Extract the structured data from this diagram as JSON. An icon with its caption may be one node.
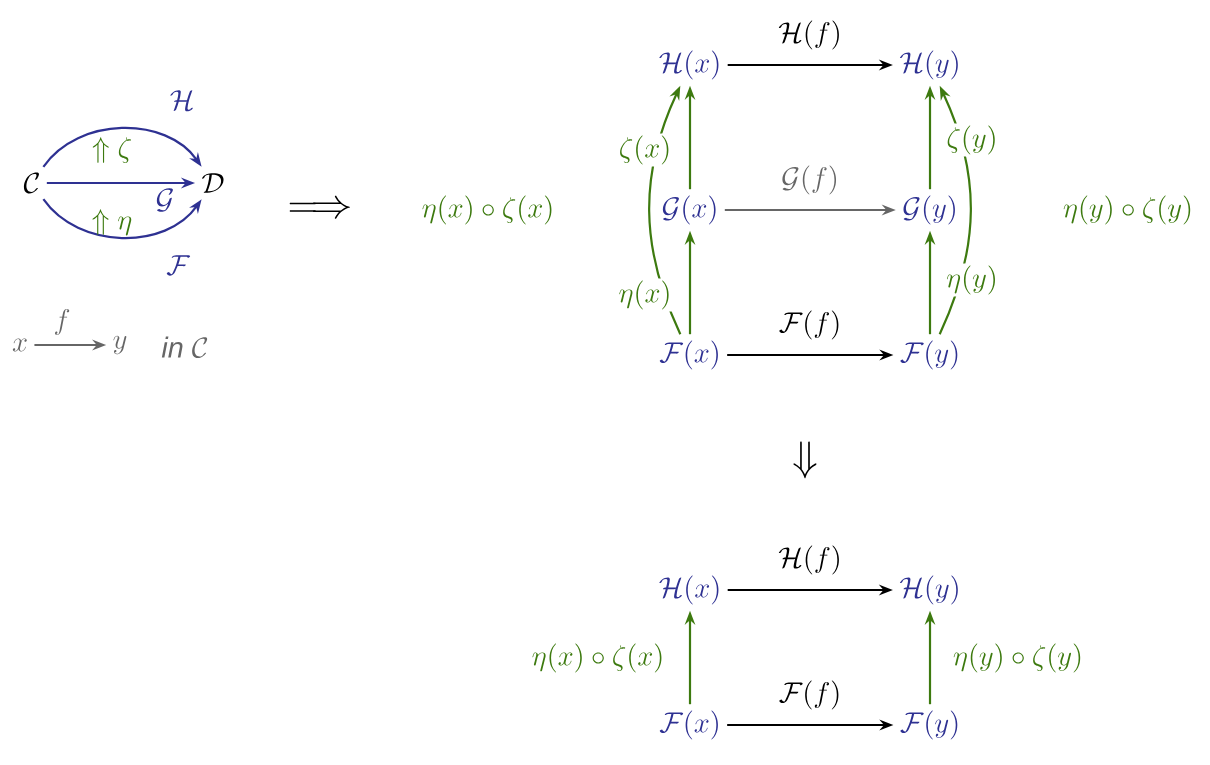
{
  "diagram": {
    "nodes": [
      {
        "text": [
          "\\mathcal{C}"
        ]
      },
      {
        "text": [
          "\\mathcal{D}"
        ]
      },
      {
        "text": [
          "x"
        ]
      },
      {
        "text": [
          "y"
        ]
      },
      {
        "text": [
          "\\mathcal{H}(x)"
        ]
      },
      {
        "text": [
          "\\mathcal{H}(y)"
        ]
      },
      {
        "text": [
          "\\mathcal{G}(x)"
        ]
      },
      {
        "text": [
          "\\mathcal{G}(y)"
        ]
      },
      {
        "text": [
          "\\mathcal{F}(x)"
        ]
      },
      {
        "text": [
          "\\mathcal{F}(y)"
        ]
      },
      {
        "text": [
          "\\mathcal{H}(x)"
        ]
      },
      {
        "text": [
          "\\mathcal{H}(y)"
        ]
      },
      {
        "text": [
          "\\mathcal{F}(x)"
        ]
      },
      {
        "text": [
          "\\mathcal{F}(y)"
        ]
      }
    ],
    "edges": [
      {
        "from": 0,
        "to": 1,
        "arrow": "to",
        "label": "\\mathcal{H}",
        "color": "#2e3192"
      },
      {
        "from": 0,
        "to": 1,
        "arrow": "to",
        "label": "\\mathcal{G}",
        "color": "#2e3192"
      },
      {
        "from": 0,
        "to": 1,
        "arrow": "to",
        "label": "\\mathcal{F}",
        "color": "#2e3192"
      },
      {
        "from": 2,
        "to": 3,
        "arrow": "to",
        "label": "f",
        "color": "#666666"
      },
      {
        "from": 4,
        "to": 5,
        "arrow": "to",
        "label": "\\mathcal{H}(f)",
        "color": "#000000"
      },
      {
        "from": 6,
        "to": 7,
        "arrow": "to",
        "label": "\\mathcal{G}(f)",
        "color": "#666666"
      },
      {
        "from": 8,
        "to": 9,
        "arrow": "to",
        "label": "\\mathcal{F}(f)",
        "color": "#000000"
      },
      {
        "from": 6,
        "to": 4,
        "arrow": "to",
        "label": "\\zeta(x)"
      },
      {
        "from": 8,
        "to": 6,
        "arrow": "to",
        "label": "\\eta(x)"
      },
      {
        "from": 7,
        "to": 5,
        "arrow": "to",
        "label": "\\zeta(y)"
      },
      {
        "from": 9,
        "to": 7,
        "arrow": "to",
        "label": "\\eta(y)"
      },
      {
        "from": 8,
        "to": 4,
        "arrow": "to",
        "label": "\\eta(x)\\circ\\zeta(x)"
      },
      {
        "from": 9,
        "to": 5,
        "arrow": "to",
        "label": "\\eta(y)\\circ\\zeta(y)"
      },
      {
        "from": 10,
        "to": 11,
        "arrow": "to",
        "label": "\\mathcal{H}(f)",
        "color": "#000000"
      },
      {
        "from": 12,
        "to": 13,
        "arrow": "to",
        "label": "\\mathcal{F}(f)",
        "color": "#000000"
      },
      {
        "from": 12,
        "to": 10,
        "arrow": "to",
        "label": "\\eta(x)\\circ\\zeta(x)"
      },
      {
        "from": 13,
        "to": 11,
        "arrow": "to",
        "label": "\\eta(y)\\circ\\zeta(y)"
      }
    ],
    "labels": [
      "\\Uparrow\\zeta",
      "\\Uparrow\\eta",
      "\\mathit{in}\\ \\mathcal{C}",
      "\\Longrightarrow",
      "\\Downarrow"
    ]
  }
}
